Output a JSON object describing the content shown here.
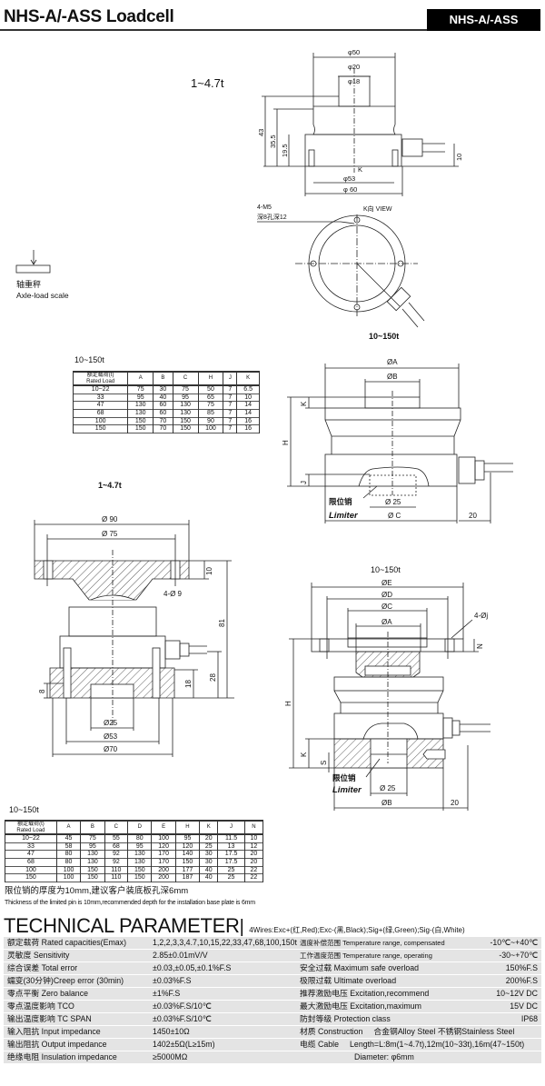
{
  "header": {
    "title": "NHS-A/-ASS  Loadcell",
    "badge": "NHS-A/-ASS"
  },
  "axle": {
    "label_cn": "轴重秤",
    "label_en": "Axle-load scale"
  },
  "drawing1": {
    "range": "1~4.7t",
    "d50": "φ50",
    "d20": "φ20",
    "d18": "φ18",
    "h43": "43",
    "h35": "35.5",
    "h19": "19.5",
    "h10": "10",
    "k": "K",
    "d53": "φ53",
    "d60": "φ 60",
    "holes": "4-M5",
    "hole_depth": "深8孔深12",
    "view": "K向 VIEW",
    "view_range": "10~150t"
  },
  "drawing3": {
    "a": "ØA",
    "b": "ØB",
    "k": "K",
    "h": "H",
    "j": "J",
    "limiter_cn": "限位销",
    "limiter_en": "Limiter",
    "d25": "Ø 25",
    "c": "Ø C",
    "w20": "20"
  },
  "drawing4": {
    "range": "1~4.7t",
    "d90": "Ø 90",
    "d75": "Ø 75",
    "h10": "10",
    "holes": "4-Ø 9",
    "h81": "81",
    "h28": "28",
    "h18": "18",
    "h8": "8",
    "d25": "Ø25",
    "d53": "Ø53",
    "d70": "Ø70"
  },
  "drawing5": {
    "range": "10~150t",
    "e": "ØE",
    "d": "ØD",
    "c": "ØC",
    "a": "ØA",
    "holes": "4-Øj",
    "n": "N",
    "h": "H",
    "k": "K",
    "s": "S",
    "limiter_cn": "限位销",
    "limiter_en": "Limiter",
    "d25": "Ø 25",
    "b": "ØB",
    "w20": "20"
  },
  "table1": {
    "caption": "10~150t",
    "head_cn": "额定载荷(t)",
    "head_en": "Rated Load",
    "columns": [
      "A",
      "B",
      "C",
      "H",
      "J",
      "K"
    ],
    "rows": [
      [
        "10~22",
        "75",
        "30",
        "75",
        "50",
        "7",
        "6.5"
      ],
      [
        "33",
        "95",
        "40",
        "95",
        "65",
        "7",
        "10"
      ],
      [
        "47",
        "130",
        "60",
        "130",
        "75",
        "7",
        "14"
      ],
      [
        "68",
        "130",
        "60",
        "130",
        "85",
        "7",
        "14"
      ],
      [
        "100",
        "150",
        "70",
        "150",
        "90",
        "7",
        "16"
      ],
      [
        "150",
        "150",
        "70",
        "150",
        "100",
        "7",
        "16"
      ]
    ]
  },
  "table2": {
    "caption": "10~150t",
    "head_cn": "额定载荷(t)",
    "head_en": "Rated Load",
    "columns": [
      "A",
      "B",
      "C",
      "D",
      "E",
      "H",
      "K",
      "J",
      "N"
    ],
    "rows": [
      [
        "10~22",
        "45",
        "75",
        "55",
        "80",
        "100",
        "95",
        "20",
        "11.5",
        "10"
      ],
      [
        "33",
        "58",
        "95",
        "68",
        "95",
        "120",
        "120",
        "25",
        "13",
        "12"
      ],
      [
        "47",
        "80",
        "130",
        "92",
        "130",
        "170",
        "140",
        "30",
        "17.5",
        "20"
      ],
      [
        "68",
        "80",
        "130",
        "92",
        "130",
        "170",
        "150",
        "30",
        "17.5",
        "20"
      ],
      [
        "100",
        "100",
        "150",
        "110",
        "150",
        "200",
        "177",
        "40",
        "25",
        "22"
      ],
      [
        "150",
        "100",
        "150",
        "110",
        "150",
        "200",
        "187",
        "40",
        "25",
        "22"
      ]
    ],
    "note_cn": "限位销的厚度为10mm,建议客户装底板孔深6mm",
    "note_en": "Thickness of the limited pin is 10mm,recommended depth for the installation base plate is 6mm"
  },
  "tech": {
    "title": "TECHNICAL PARAMETER",
    "bar": "|",
    "wires": "4Wires:Exc+(红,Red);Exc-(黑,Black);Sig+(绿,Green);Sig-(白,White)",
    "rows": [
      [
        "额定载荷 Rated capacities(Emax)",
        "1,2,2,3,3,4.7,10,15,22,33,47,68,100,150t",
        "温度补偿范围 Temperature range, compensated",
        "-10℃~+40℃"
      ],
      [
        "灵敏度 Sensitivity",
        "2.85±0.01mV/V",
        "工作温度范围 Temperature range, operating",
        "-30~+70℃"
      ],
      [
        "综合误差 Total error",
        "±0.03,±0.05,±0.1%F.S",
        "安全过载 Maximum safe overload",
        "150%F.S"
      ],
      [
        "蠕变(30分钟)Creep error (30min)",
        "±0.03%F.S",
        "极限过载 Ultimate overload",
        "200%F.S"
      ],
      [
        "零点平衡 Zero balance",
        "±1%F.S",
        "推荐激励电压 Excitation,recommend",
        "10~12V DC"
      ],
      [
        "零点温度影响 TCO",
        "±0.03%F.S/10℃",
        "最大激励电压 Excitation,maximum",
        "15V DC"
      ],
      [
        "输出温度影响 TC SPAN",
        "±0.03%F.S/10℃",
        "防封等级 Protection class",
        "IP68"
      ],
      [
        "输入阻抗 Input  impedance",
        "1450±10Ω",
        "材质 Construction",
        "合金钢Alloy Steel  不锈钢Stainless Steel"
      ],
      [
        "输出阻抗 Output  impedance",
        "1402±5Ω(L≥15m)",
        "电缆 Cable",
        "Length=L:8m(1~4.7t),12m(10~33t),16m(47~150t)"
      ],
      [
        "绝缘电阻 Insulation impedance",
        "≥5000MΩ",
        "",
        "Diameter: φ6mm"
      ]
    ]
  }
}
